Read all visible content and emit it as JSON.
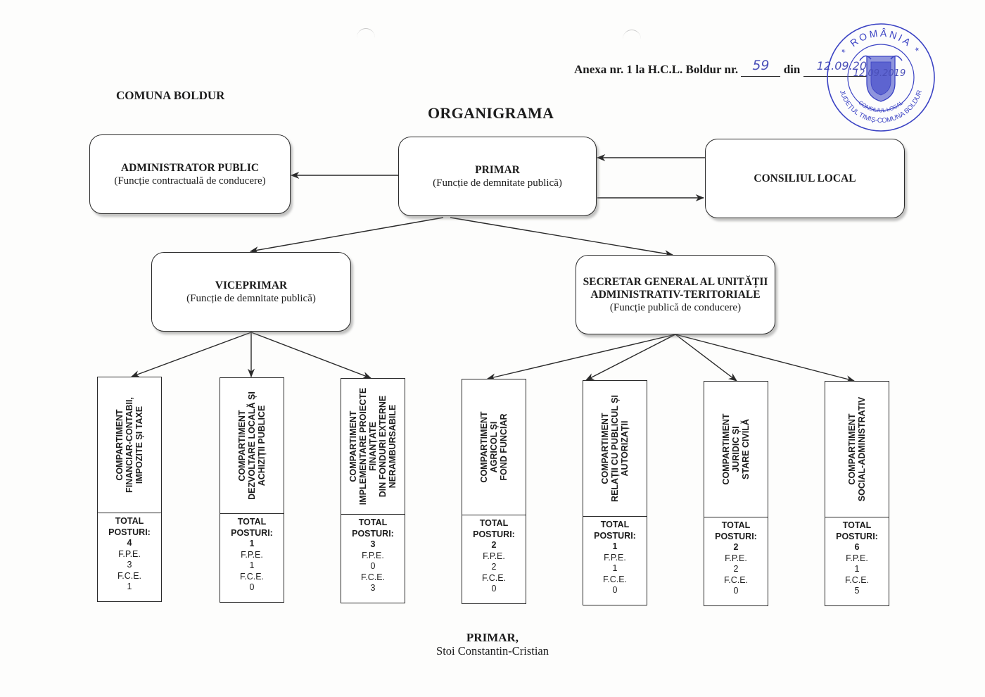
{
  "header": {
    "annex_prefix": "Anexa nr. 1 la H.C.L. Boldur nr.",
    "decision_number": "59",
    "date_label": "din",
    "date_value": "12.09.2019",
    "commune": "COMUNA BOLDUR",
    "title": "ORGANIGRAMA"
  },
  "stamp": {
    "top_text": "* ROMÂNIA *",
    "bottom_text": "JUDEȚUL TIMIȘ-COMUNA BOLDUR",
    "inner_text": "CONSILIUL LOCAL",
    "icon": "coat-of-arms-icon",
    "color": "#3b43c4"
  },
  "top_level": {
    "administrator": {
      "title": "ADMINISTRATOR PUBLIC",
      "subtitle": "(Funcție contractuală de conducere)"
    },
    "primar": {
      "title": "PRIMAR",
      "subtitle": "(Funcție de demnitate publică)"
    },
    "consiliu": {
      "title": "CONSILIUL LOCAL"
    }
  },
  "second_level": {
    "viceprimar": {
      "title": "VICEPRIMAR",
      "subtitle": "(Funcție de demnitate publică)"
    },
    "secretar": {
      "title_line1": "SECRETAR GENERAL AL UNITĂȚII",
      "title_line2": "ADMINISTRATIV-TERITORIALE",
      "subtitle": "(Funcție publică de conducere)"
    }
  },
  "totals_labels": {
    "total": "TOTAL",
    "posturi": "POSTURI:",
    "fpe": "F.P.E.",
    "fce": "F.C.E."
  },
  "compartments": [
    {
      "name": "COMPARTIMENT\nFINANCIAR-CONTABII,\nIMPOZITE ȘI TAXE",
      "parent": "VICEPRIMAR",
      "total": "4",
      "fpe": "3",
      "fce": "1"
    },
    {
      "name": "COMPARTIMENT\nDEZVOLTARE LOCALĂ ȘI\nACHIZIȚII PUBLICE",
      "parent": "VICEPRIMAR",
      "total": "1",
      "fpe": "1",
      "fce": "0"
    },
    {
      "name": "COMPARTIMENT\nIMPLEMENTARE PROIECTE\nFINANȚATE\nDIN FONDURI EXTERNE\nNERAMBURSABILE",
      "parent": "VICEPRIMAR",
      "total": "3",
      "fpe": "0",
      "fce": "3"
    },
    {
      "name": "COMPARTIMENT\nAGRICOL ȘI\nFOND FUNCIAR",
      "parent": "SECRETAR GENERAL",
      "total": "2",
      "fpe": "2",
      "fce": "0"
    },
    {
      "name": "COMPARTIMENT\nRELAȚII CU PUBLICUL ȘI\nAUTORIZAȚII",
      "parent": "SECRETAR GENERAL",
      "total": "1",
      "fpe": "1",
      "fce": "0"
    },
    {
      "name": "COMPARTIMENT\nJURIDIC ȘI\nSTARE CIVILĂ",
      "parent": "SECRETAR GENERAL",
      "total": "2",
      "fpe": "2",
      "fce": "0"
    },
    {
      "name": "COMPARTIMENT\nSOCIAL-ADMINISTRATIV",
      "parent": "SECRETAR GENERAL",
      "total": "6",
      "fpe": "1",
      "fce": "5"
    }
  ],
  "signature": {
    "role": "PRIMAR,",
    "name": "Stoi Constantin-Cristian"
  }
}
